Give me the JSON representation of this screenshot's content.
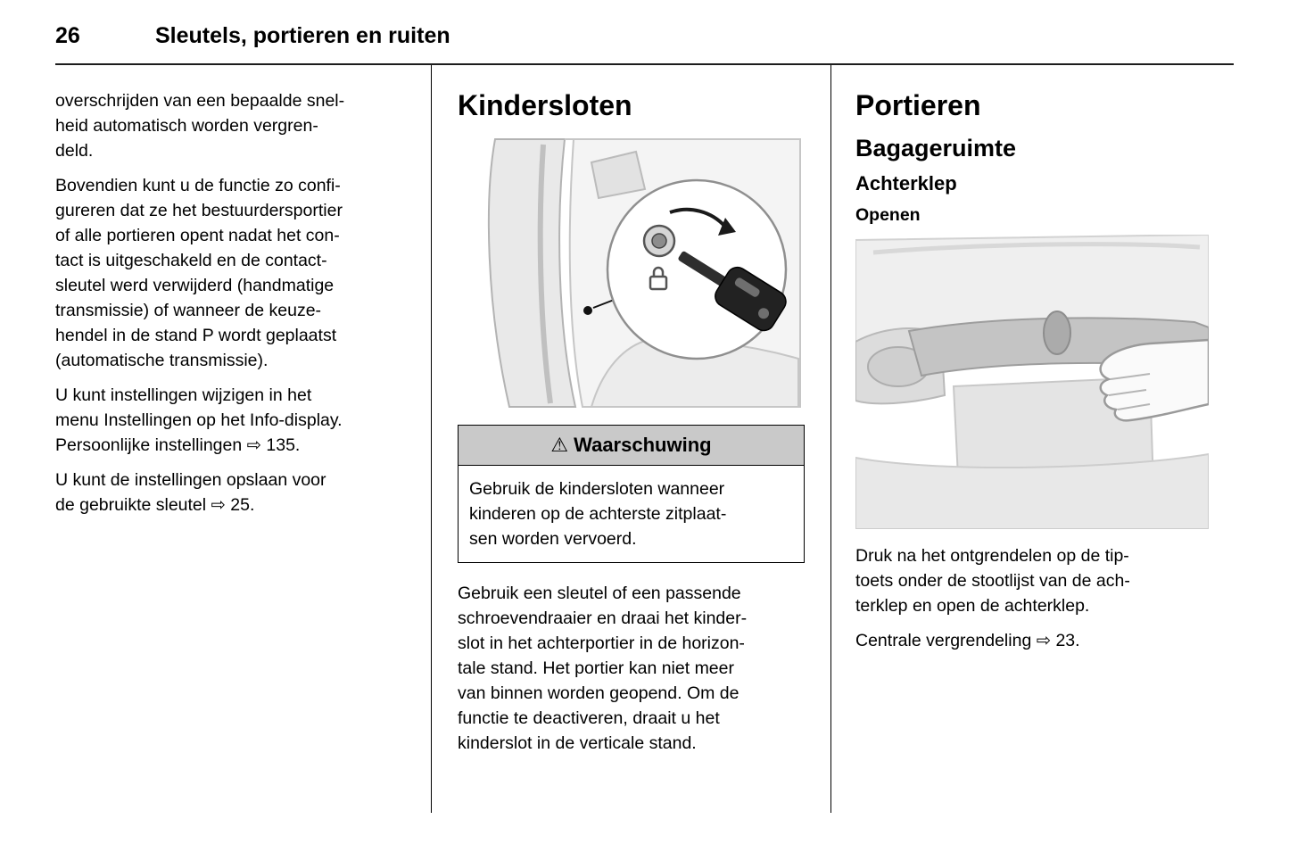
{
  "header": {
    "page_number": "26",
    "title": "Sleutels, portieren en ruiten"
  },
  "left_column": {
    "paragraphs": [
      "overschrijden van een bepaalde snel-\nheid automatisch worden vergren-\ndeld.",
      "Bovendien kunt u de functie zo confi-\ngureren dat ze het bestuurdersportier\nof alle portieren opent nadat het con-\ntact is uitgeschakeld en de contact-\nsleutel werd verwijderd (handmatige\ntransmissie) of wanneer de keuze-\nhendel in de stand P wordt geplaatst\n(automatische transmissie).",
      "U kunt instellingen wijzigen in het\nmenu Instellingen op het Info-display.\nPersoonlijke instellingen ⇨ 135.",
      "U kunt de instellingen opslaan voor\nde gebruikte sleutel ⇨ 25."
    ]
  },
  "middle_column": {
    "heading": "Kindersloten",
    "figure_name": "child-lock-illustration",
    "warning": {
      "symbol": "⚠",
      "title": "Waarschuwing",
      "text": "Gebruik de kindersloten wanneer\nkinderen op de achterste zitplaat-\nsen worden vervoerd."
    },
    "paragraph": "Gebruik een sleutel of een passende\nschroevendraaier en draai het kinder-\nslot in het achterportier in de horizon-\ntale stand. Het portier kan niet meer\nvan binnen worden geopend. Om de\nfunctie te deactiveren, draait u het\nkinderslot in de verticale stand."
  },
  "right_column": {
    "heading": "Portieren",
    "section_heading": "Bagageruimte",
    "subsection_heading": "Achterklep",
    "action_label": "Openen",
    "figure_name": "tailgate-open-illustration",
    "paragraphs": [
      "Druk na het ontgrendelen op de tip-\ntoets onder de stootlijst van de ach-\nterklep en open de achterklep.",
      "Centrale vergrendeling ⇨ 23."
    ]
  }
}
